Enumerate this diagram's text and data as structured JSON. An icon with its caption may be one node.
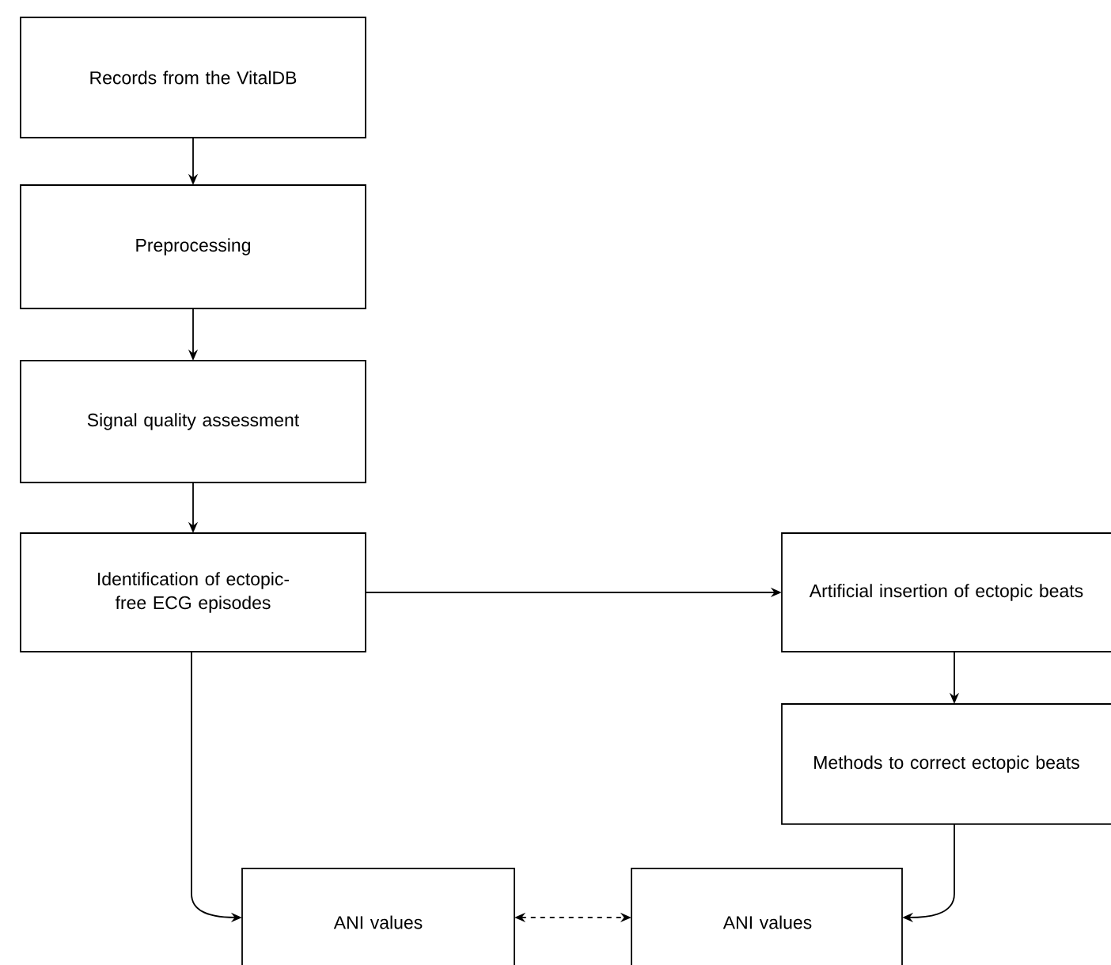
{
  "diagram": {
    "nodes": [
      {
        "text": [
          "Records from the VitalDB"
        ]
      },
      {
        "text": [
          "Preprocessing"
        ]
      },
      {
        "text": [
          "Signal quality assessment"
        ]
      },
      {
        "text": [
          "Identification of ectopic-free ECG episodes"
        ]
      },
      {
        "text": [
          "Artificial insertion of ectopic beats"
        ]
      },
      {
        "text": [
          "Methods to correct ectopic beats"
        ]
      },
      {
        "text": [
          "ANI values"
        ]
      },
      {
        "text": [
          "ANI values"
        ]
      }
    ],
    "edges": [
      {
        "from": 0,
        "to": 1,
        "arrow": "to"
      },
      {
        "from": 1,
        "to": 2,
        "arrow": "to"
      },
      {
        "from": 2,
        "to": 3,
        "arrow": "to"
      },
      {
        "from": 3,
        "to": 4,
        "arrow": "to"
      },
      {
        "from": 4,
        "to": 5,
        "arrow": "to"
      },
      {
        "from": 3,
        "to": 6,
        "arrow": "to"
      },
      {
        "from": 5,
        "to": 7,
        "arrow": "to"
      },
      {
        "from": 6,
        "to": 7,
        "arrow": "both",
        "style": "dashed"
      }
    ]
  }
}
